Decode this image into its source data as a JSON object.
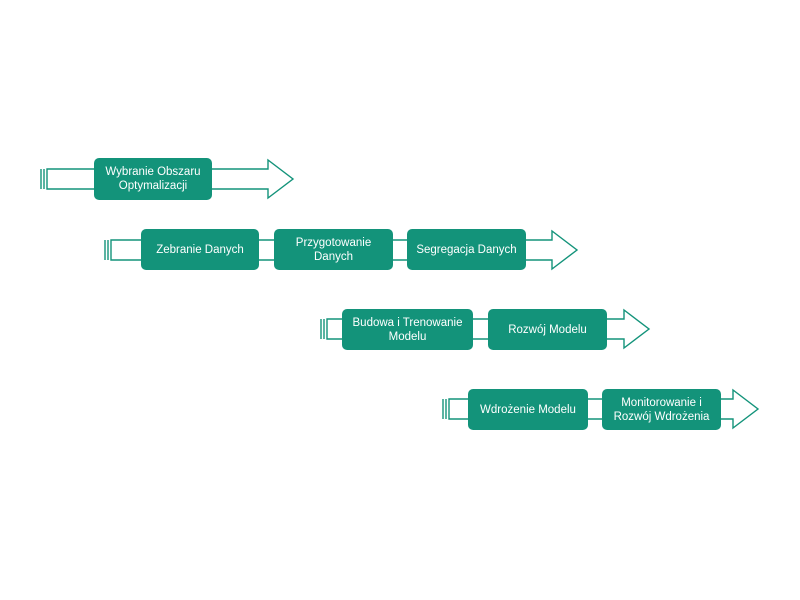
{
  "colors": {
    "box_fill": "#13937a",
    "arrow_stroke": "#13937a",
    "text": "#ffffff"
  },
  "rows": [
    {
      "steps": [
        {
          "label": "Wybranie Obszaru\nOptymalizacji"
        }
      ]
    },
    {
      "steps": [
        {
          "label": "Zebranie Danych"
        },
        {
          "label": "Przygotowanie\nDanych"
        },
        {
          "label": "Segregacja Danych"
        }
      ]
    },
    {
      "steps": [
        {
          "label": "Budowa i Trenowanie\nModelu"
        },
        {
          "label": "Rozwój Modelu"
        }
      ]
    },
    {
      "steps": [
        {
          "label": "Wdrożenie Modelu"
        },
        {
          "label": "Monitorowanie i\nRozwój Wdrożenia"
        }
      ]
    }
  ]
}
